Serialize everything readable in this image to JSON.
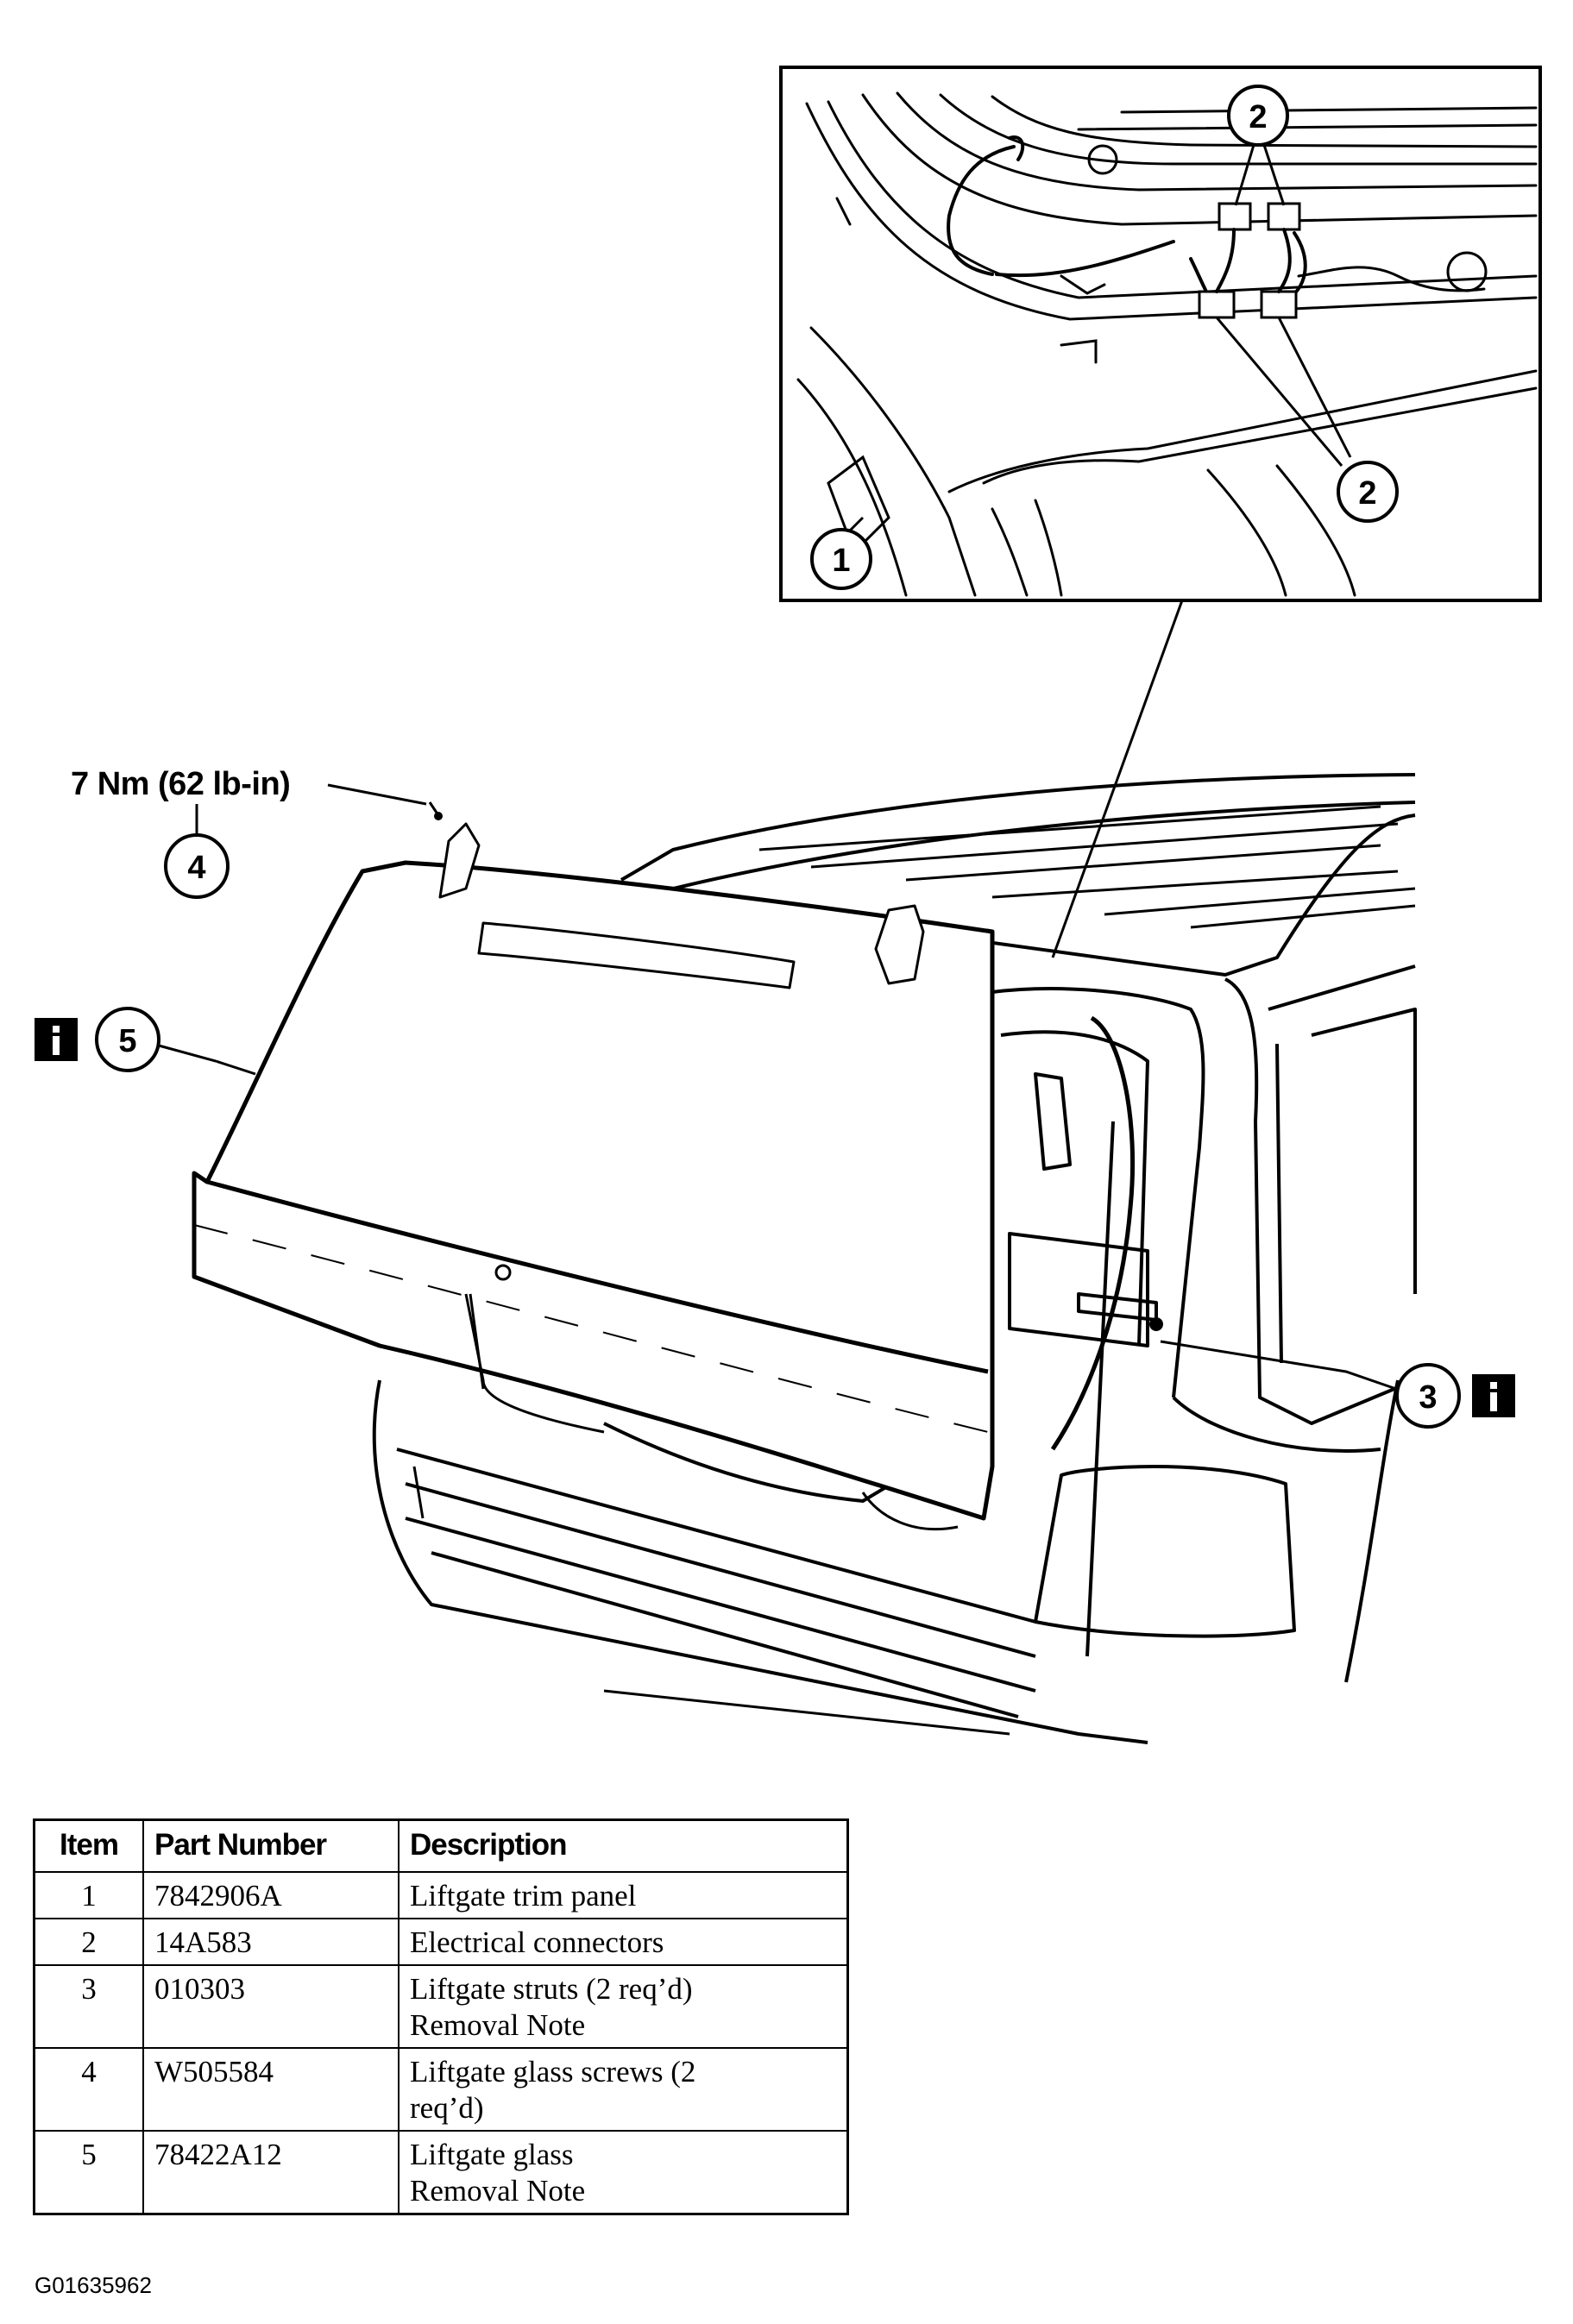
{
  "figure": {
    "torque_spec": "7 Nm (62 lb-in)",
    "callouts": [
      "1",
      "2",
      "2",
      "3",
      "4",
      "5"
    ],
    "info_icon": "info-square-icon",
    "id": "G01635962"
  },
  "table": {
    "headers": {
      "item": "Item",
      "part_number": "Part Number",
      "description": "Description"
    },
    "rows": [
      {
        "item": "1",
        "part_number": "7842906A",
        "description": [
          "Liftgate trim panel"
        ]
      },
      {
        "item": "2",
        "part_number": "14A583",
        "description": [
          "Electrical connectors"
        ]
      },
      {
        "item": "3",
        "part_number": "010303",
        "description": [
          "Liftgate struts (2 req’d)",
          "Removal Note"
        ]
      },
      {
        "item": "4",
        "part_number": "W505584",
        "description": [
          "Liftgate glass screws (2",
          "req’d)"
        ]
      },
      {
        "item": "5",
        "part_number": "78422A12",
        "description": [
          "Liftgate glass",
          "Removal Note"
        ]
      }
    ]
  }
}
